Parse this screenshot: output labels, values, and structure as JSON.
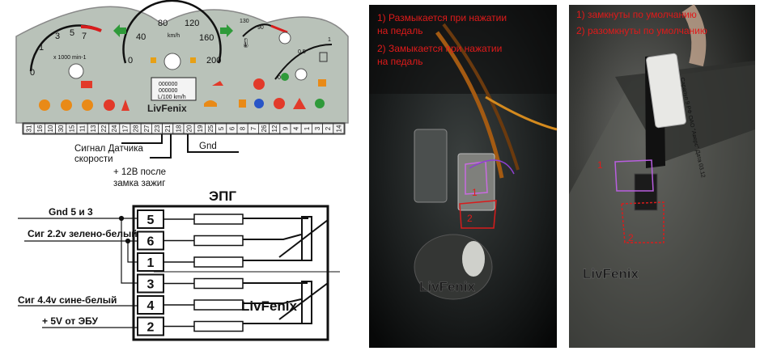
{
  "dashboard": {
    "tacho_ticks": [
      "0",
      "1",
      "3",
      "5",
      "7"
    ],
    "tacho_unit": "x 1000 min-1",
    "speedo_ticks": [
      "0",
      "40",
      "80",
      "120",
      "160",
      "200"
    ],
    "speedo_unit": "km/h",
    "temp_ticks": [
      "90",
      "130"
    ],
    "fuel_ticks": [
      "0",
      "1"
    ],
    "fuel_mid": "0,5",
    "odometer_lines": [
      "000000",
      "000000",
      "L/100 km/h"
    ],
    "watermark": "LivFenix",
    "pins": [
      "31",
      "16",
      "10",
      "30",
      "15",
      "11",
      "13",
      "22",
      "24",
      "17",
      "28",
      "27",
      "23",
      "21",
      "18",
      "20",
      "19",
      "25",
      "5",
      "6",
      "8",
      "7",
      "26",
      "12",
      "9",
      "4",
      "1",
      "3",
      "2",
      "14"
    ],
    "labels": {
      "speed_sensor_1": "Сигнал Датчика",
      "speed_sensor_2": "скорости",
      "power_1": "+ 12В после",
      "power_2": "замка зажиг",
      "gnd": "Gnd"
    }
  },
  "epg": {
    "title": "ЭПГ",
    "pins": [
      "5",
      "6",
      "1",
      "3",
      "4",
      "2"
    ],
    "labels": {
      "gnd": "Gnd 5 и 3",
      "sig22": "Сиг 2.2v зелено-белый",
      "sig44": "Сиг  4.4v сине-белый",
      "plus5": "+ 5V от ЭБУ"
    },
    "watermark": "LivFenix"
  },
  "photo1": {
    "line1a": "1) Размыкается при нажатии",
    "line1b": "на педаль",
    "line2a": "2) Замыкается при нажатии",
    "line2b": "на педаль",
    "mark1": "1",
    "mark2": "2",
    "watermark": "LivFenix"
  },
  "photo2": {
    "line1": "1) замкнуты по умолчанию",
    "line2": "2) разомкнуты по умолчанию",
    "mark1": "1",
    "mark2": "2",
    "label": "Сарапул 9 РФ ОАО \"Аверс\" Дата 03.12",
    "watermark": "LivFenix"
  }
}
